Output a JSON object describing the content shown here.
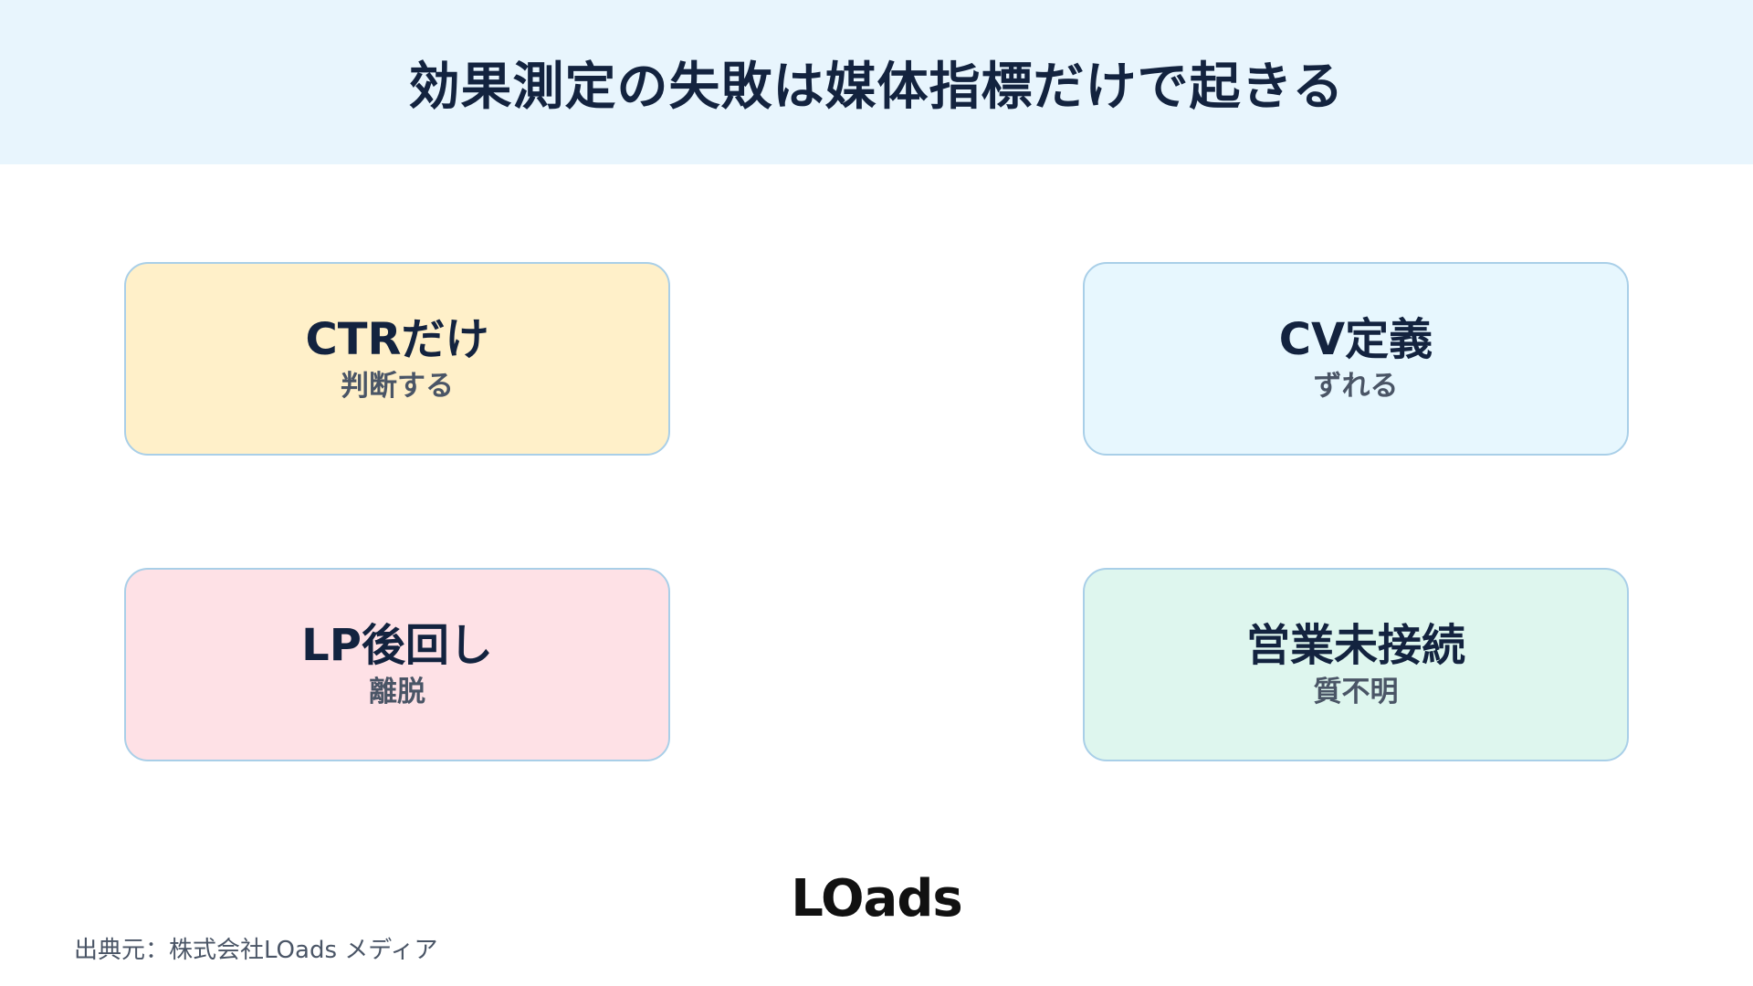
{
  "header": {
    "title": "効果測定の失敗は媒体指標だけで起きる"
  },
  "cards": [
    {
      "title": "CTRだけ",
      "subtitle": "判断する",
      "color": "#fff0c9"
    },
    {
      "title": "CV定義",
      "subtitle": "ずれる",
      "color": "#e7f7fe"
    },
    {
      "title": "LP後回し",
      "subtitle": "離脱",
      "color": "#fee1e6"
    },
    {
      "title": "営業未接続",
      "subtitle": "質不明",
      "color": "#def6ee"
    }
  ],
  "footer": {
    "logo": "LOads",
    "source": "出典元：株式会社LOads メディア"
  },
  "colors": {
    "header_bg": "#e8f5fd",
    "card_border": "#a9cfe8",
    "title_text": "#13233f"
  }
}
